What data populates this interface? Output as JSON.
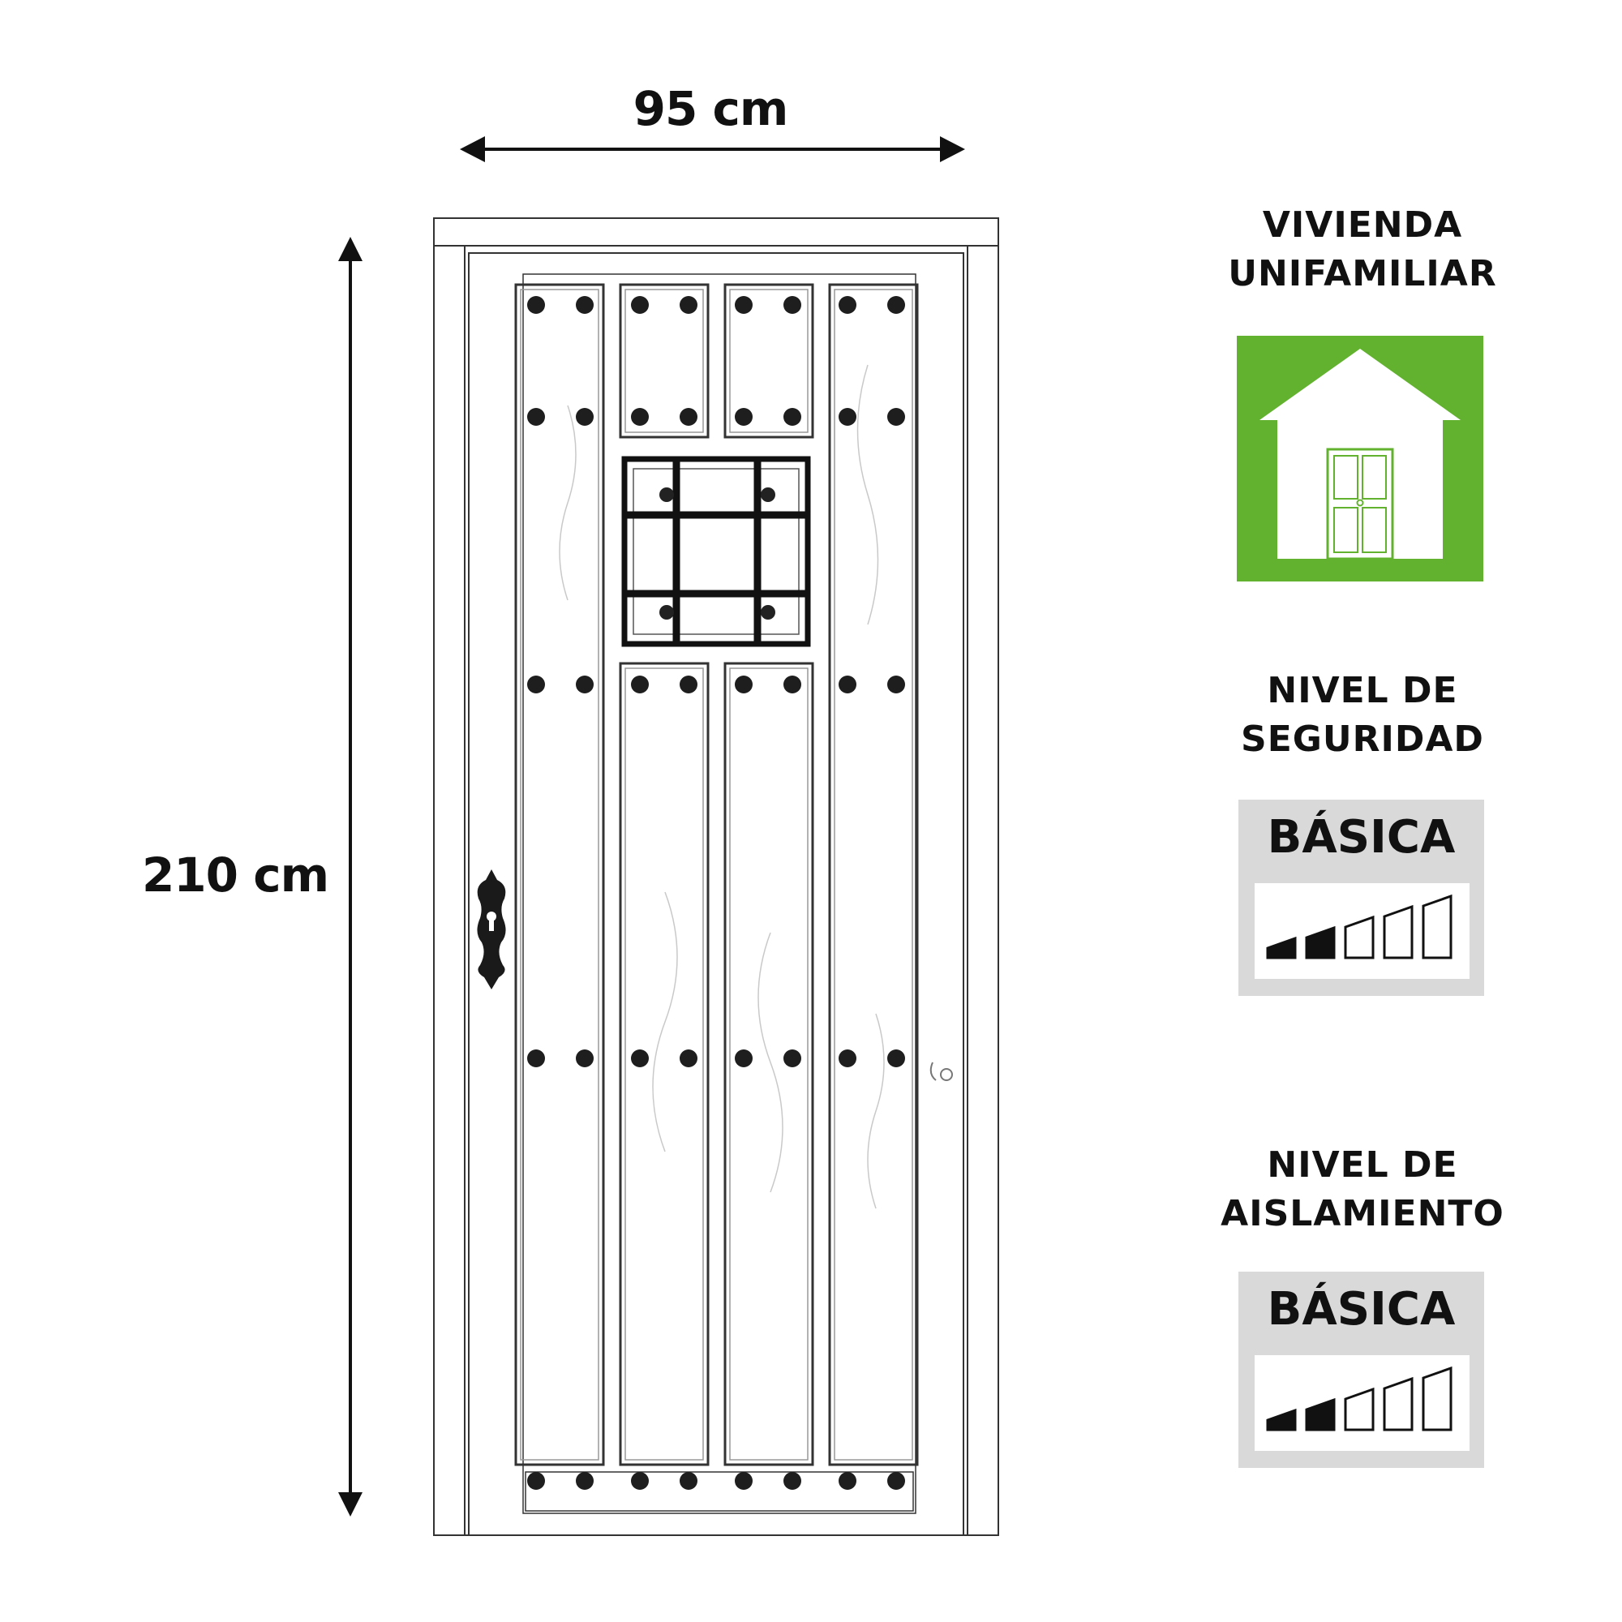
{
  "dimensions": {
    "width_label": "95 cm",
    "height_label": "210 cm"
  },
  "housing": {
    "title_line1": "VIVIENDA",
    "title_line2": "UNIFAMILIAR",
    "badge_color": "#62b22f",
    "badge_icon": "house-icon"
  },
  "security": {
    "title_line1": "NIVEL DE",
    "title_line2": "SEGURIDAD",
    "level_label": "BÁSICA",
    "level": 2,
    "level_max": 5
  },
  "insulation": {
    "title_line1": "NIVEL DE",
    "title_line2": "AISLAMIENTO",
    "level_label": "BÁSICA",
    "level": 2,
    "level_max": 5
  },
  "colors": {
    "ink": "#111111",
    "panel_gray": "#d9d9d9",
    "brand_green": "#62b22f"
  },
  "door_icons": [
    "door-frame-icon",
    "peephole-grille-icon",
    "lock-escutcheon-icon",
    "stud-nail-icon"
  ]
}
